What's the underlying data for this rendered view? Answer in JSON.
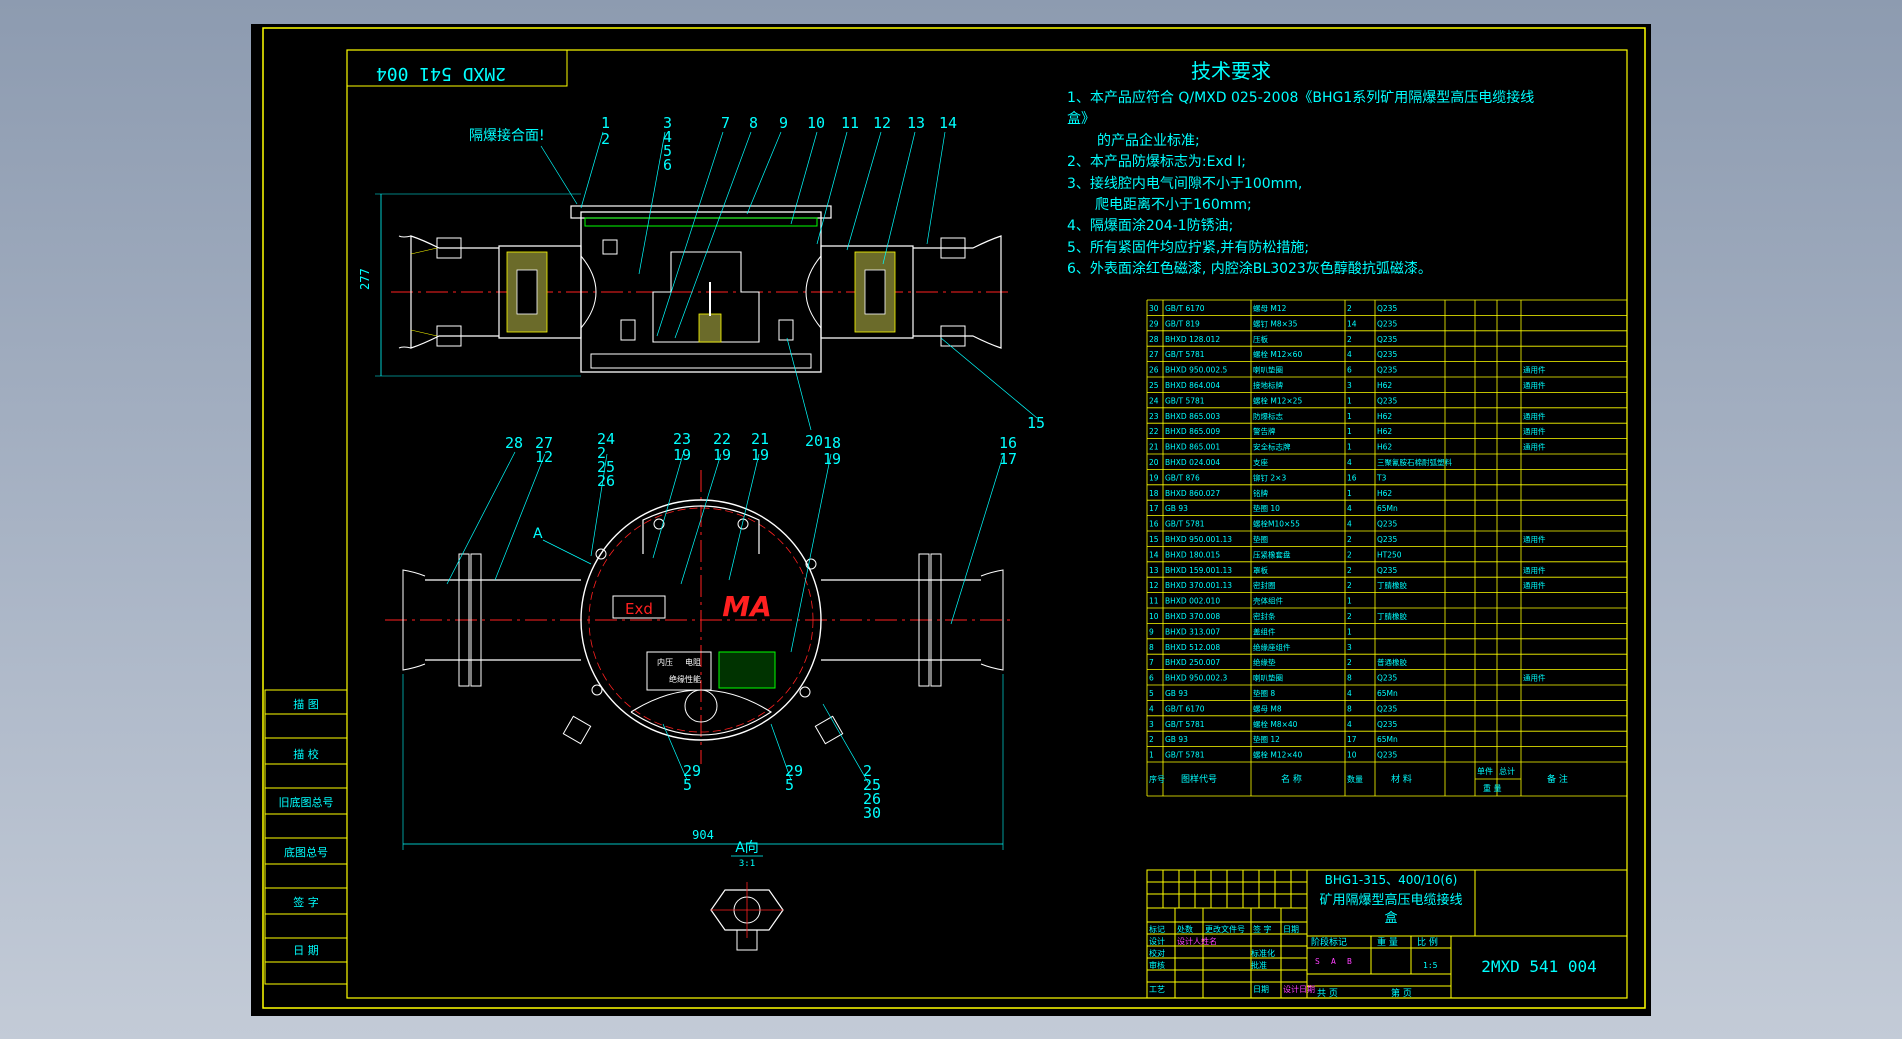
{
  "colors": {
    "background": "#9aa7ba",
    "sheet": "#000000",
    "frame": "#ffff00",
    "text": "#00ffff",
    "dim": "#00ffff",
    "centerline": "#ff2020",
    "green": "#00ff00",
    "white": "#ffffff"
  },
  "stamp": "2MXD 541 004",
  "tech": {
    "title": "技术要求",
    "lines": [
      "1、本产品应符合 Q/MXD 025-2008《BHG1系列矿用隔爆型高压电缆接线",
      "盒》",
      "的产品企业标准;",
      "2、本产品防爆标志为:Exd I;",
      "3、接线腔内电气间隙不小于100mm,",
      "爬电距离不小于160mm;",
      "4、隔爆面涂204-1防锈油;",
      "5、所有紧固件均应拧紧,并有防松措施;",
      "6、外表面涂红色磁漆, 内腔涂BL3023灰色醇酸抗弧磁漆。"
    ]
  },
  "top_view": {
    "annotation": "隔爆接合面!",
    "dim_height": "277",
    "callouts": [
      "1",
      "2",
      "3",
      "4",
      "5",
      "6",
      "7",
      "8",
      "9",
      "10",
      "11",
      "12",
      "13",
      "14",
      "15",
      "20"
    ]
  },
  "bottom_view": {
    "dim_width": "904",
    "label_a": "A",
    "callouts_top": [
      "28",
      "27",
      "12",
      "24",
      "2",
      "25",
      "26",
      "23",
      "19",
      "22",
      "19",
      "21",
      "19",
      "18",
      "19",
      "16",
      "17"
    ],
    "callouts_bottom": [
      "29",
      "5",
      "29",
      "5",
      "2",
      "25",
      "26",
      "30"
    ],
    "ex_mark": "Exd",
    "ma_mark": "MA",
    "plate_lines": [
      "内压",
      "电阻",
      "绝缘性能"
    ]
  },
  "detail": {
    "title": "A向",
    "scale": "3:1"
  },
  "side_table": [
    "描 图",
    "描 校",
    "旧底图总号",
    "底图总号",
    "签 字",
    "日 期"
  ],
  "bom": {
    "rows": [
      [
        "30",
        "GB/T 6170",
        "螺母 M12",
        "2",
        "Q235",
        ""
      ],
      [
        "29",
        "GB/T 819",
        "螺钉 M8×35",
        "14",
        "Q235",
        ""
      ],
      [
        "28",
        "BHXD 128.012",
        "压板",
        "2",
        "Q235",
        ""
      ],
      [
        "27",
        "GB/T 5781",
        "螺栓 M12×60",
        "4",
        "Q235",
        ""
      ],
      [
        "26",
        "BHXD 950.002.5",
        "喇叭垫圈",
        "6",
        "Q235",
        "通用件"
      ],
      [
        "25",
        "BHXD 864.004",
        "接地标牌",
        "3",
        "H62",
        "通用件"
      ],
      [
        "24",
        "GB/T 5781",
        "螺栓 M12×25",
        "1",
        "Q235",
        ""
      ],
      [
        "23",
        "BHXD 865.003",
        "防爆标志",
        "1",
        "H62",
        "通用件"
      ],
      [
        "22",
        "BHXD 865.009",
        "警告牌",
        "1",
        "H62",
        "通用件"
      ],
      [
        "21",
        "BHXD 865.001",
        "安全标志牌",
        "1",
        "H62",
        "通用件"
      ],
      [
        "20",
        "BHXD 024.004",
        "支座",
        "4",
        "三聚氰胺石棉耐弧塑料",
        ""
      ],
      [
        "19",
        "GB/T 876",
        "铆钉 2×3",
        "16",
        "T3",
        ""
      ],
      [
        "18",
        "BHXD 860.027",
        "铭牌",
        "1",
        "H62",
        ""
      ],
      [
        "17",
        "GB 93",
        "垫圈 10",
        "4",
        "65Mn",
        ""
      ],
      [
        "16",
        "GB/T 5781",
        "螺栓M10×55",
        "4",
        "Q235",
        ""
      ],
      [
        "15",
        "BHXD 950.001.13",
        "垫圈",
        "2",
        "Q235",
        "通用件"
      ],
      [
        "14",
        "BHXD 180.015",
        "压紧橡套盘",
        "2",
        "HT250",
        ""
      ],
      [
        "13",
        "BHXD 159.001.13",
        "罩板",
        "2",
        "Q235",
        "通用件"
      ],
      [
        "12",
        "BHXD 370.001.13",
        "密封圈",
        "2",
        "丁腈橡胶",
        "通用件"
      ],
      [
        "11",
        "BHXD 002.010",
        "壳体组件",
        "1",
        "",
        ""
      ],
      [
        "10",
        "BHXD 370.008",
        "密封条",
        "2",
        "丁腈橡胶",
        ""
      ],
      [
        "9",
        "BHXD 313.007",
        "盖组件",
        "1",
        "",
        ""
      ],
      [
        "8",
        "BHXD 512.008",
        "绝缘座组件",
        "3",
        "",
        ""
      ],
      [
        "7",
        "BHXD 250.007",
        "绝缘垫",
        "2",
        "普通橡胶",
        ""
      ],
      [
        "6",
        "BHXD 950.002.3",
        "喇叭垫圈",
        "8",
        "Q235",
        "通用件"
      ],
      [
        "5",
        "GB 93",
        "垫圈 8",
        "4",
        "65Mn",
        ""
      ],
      [
        "4",
        "GB/T 6170",
        "螺母 M8",
        "8",
        "Q235",
        ""
      ],
      [
        "3",
        "GB/T 5781",
        "螺栓 M8×40",
        "4",
        "Q235",
        ""
      ],
      [
        "2",
        "GB 93",
        "垫圈 12",
        "17",
        "65Mn",
        ""
      ],
      [
        "1",
        "GB/T 5781",
        "螺栓 M12×40",
        "10",
        "Q235",
        ""
      ]
    ],
    "header": [
      "序号",
      "图样代号",
      "名 称",
      "数量",
      "材 料",
      "单件",
      "总计",
      "重 量",
      "备 注"
    ]
  },
  "titleblock": {
    "product_line1": "BHG1-315、400/10(6)",
    "product_line2": "矿用隔爆型高压电缆接线",
    "product_line3": "盒",
    "labels": [
      "标记",
      "处数",
      "更改文件号",
      "签 字",
      "日期",
      "设计",
      "校对",
      "审核",
      "工艺",
      "标准化",
      "批准",
      "阶段标记",
      "重 量",
      "比 例",
      "共 页",
      "第 页",
      "日期"
    ],
    "stage_marks": [
      "S",
      "A",
      "B"
    ],
    "scale": "1:5",
    "designer_note": "设计人姓名",
    "date_note": "设计日期",
    "drawing_no": "2MXD 541 004"
  }
}
